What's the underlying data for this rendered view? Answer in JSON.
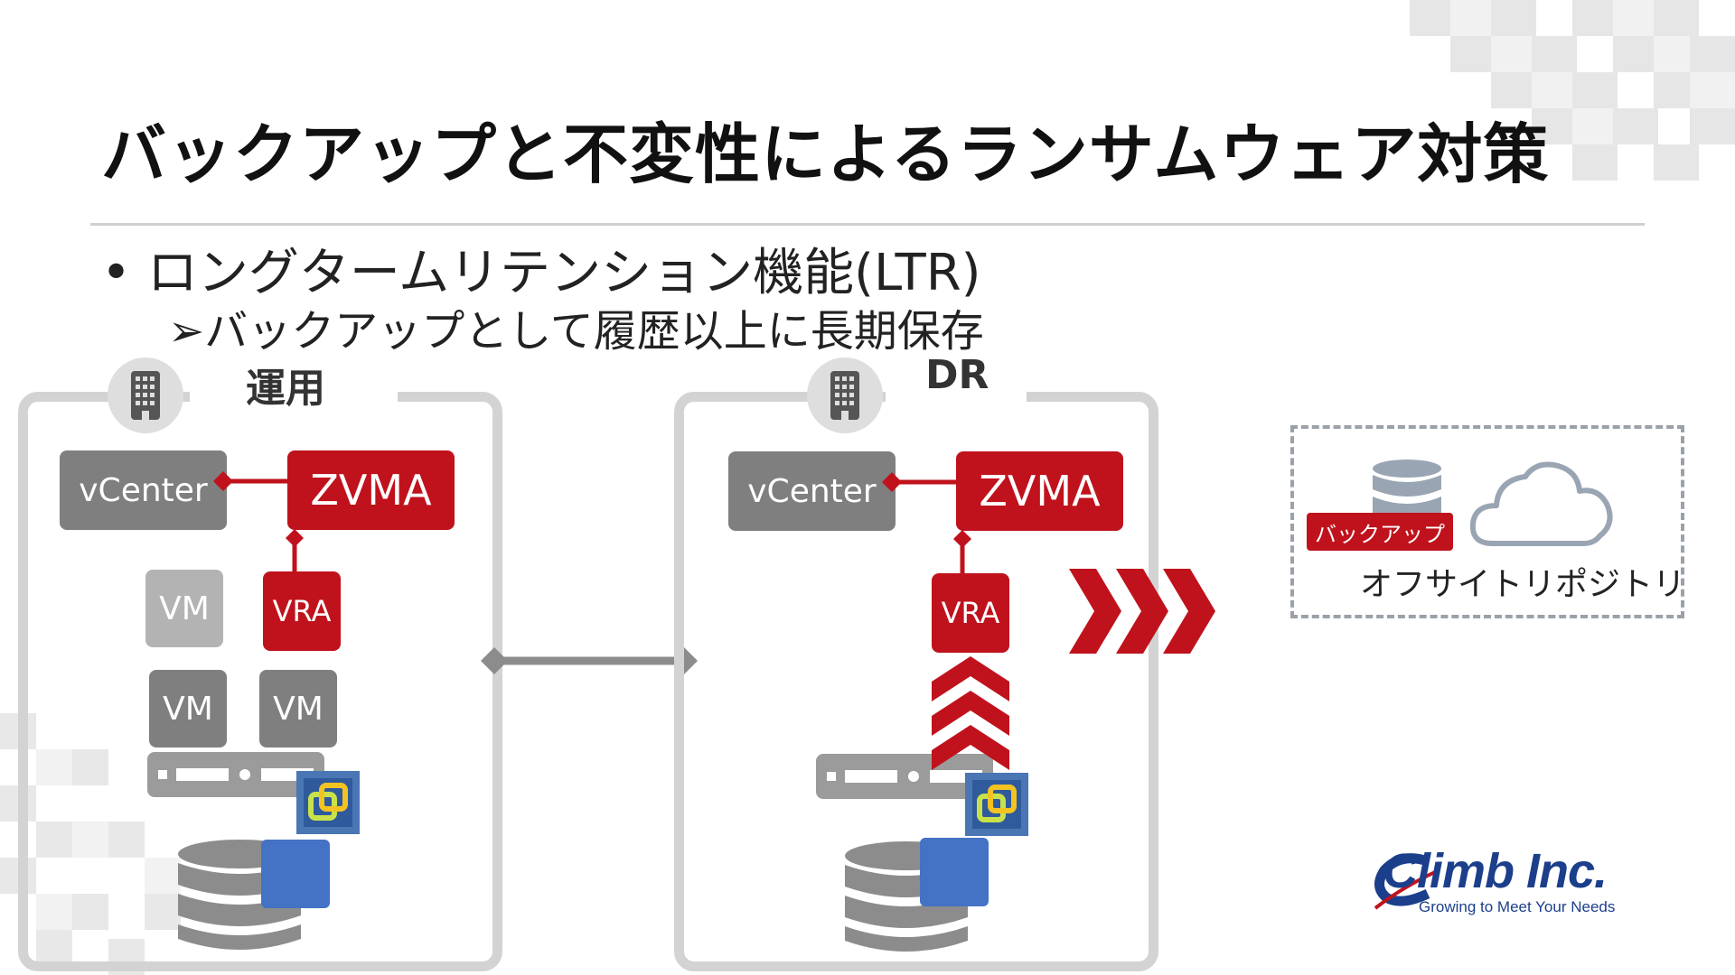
{
  "slide": {
    "title": "バックアップと不変性によるランサムウェア対策",
    "bullet": "ロングタームリテンション機能(LTR)",
    "sub_bullet": "バックアップとして履歴以上に長期保存"
  },
  "sites": {
    "primary": {
      "label": "運用",
      "vcenter": "vCenter",
      "zvma": "ZVMA",
      "vra": "VRA",
      "vm_top": "VM",
      "vm_bottom_left": "VM",
      "vm_bottom_right": "VM"
    },
    "dr": {
      "label": "DR",
      "vcenter": "vCenter",
      "zvma": "ZVMA",
      "vra": "VRA"
    }
  },
  "offsite": {
    "tag": "バックアップ",
    "label": "オフサイトリポジトリ"
  },
  "logo": {
    "name": "Climb Inc.",
    "tagline": "Growing to Meet Your Needs"
  },
  "icons": {
    "building": "building-icon",
    "database": "database-icon",
    "cloud": "cloud-icon",
    "server": "server-icon",
    "vsphere": "vsphere-icon",
    "arrows": "triple-chevron-arrow"
  },
  "colors": {
    "accent_red": "#c0121c",
    "box_gray": "#7f7f7f",
    "frame_gray": "#d3d3d3",
    "datastore_blue": "#4472c4",
    "logo_blue": "#1c3f8c"
  }
}
